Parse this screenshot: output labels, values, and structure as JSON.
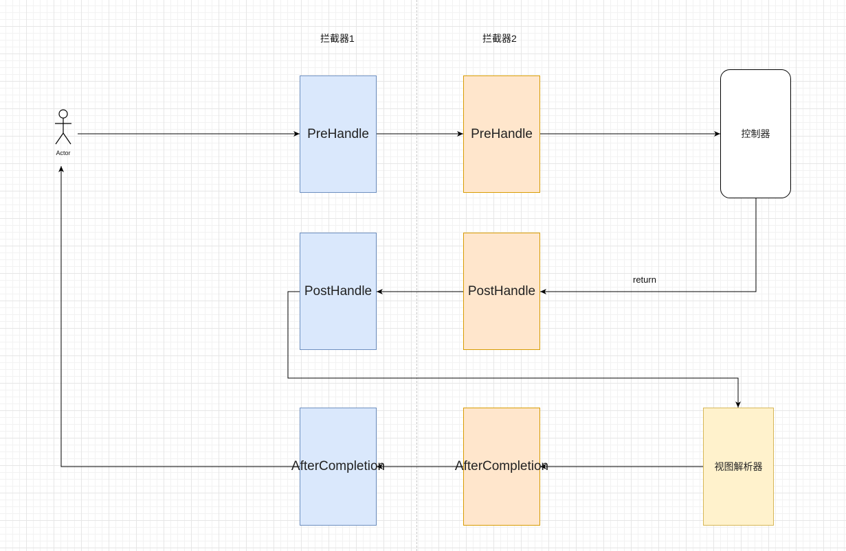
{
  "headers": {
    "interceptor1": "拦截器1",
    "interceptor2": "拦截器2"
  },
  "actor": {
    "label": "Actor",
    "icon": "stick-figure-icon"
  },
  "interceptor1": {
    "pre": "PreHandle",
    "post": "PostHandle",
    "after": "AfterCompletion",
    "fill": "#dae8fc",
    "stroke": "#6c8ebf"
  },
  "interceptor2": {
    "pre": "PreHandle",
    "post": "PostHandle",
    "after": "AfterCompletion",
    "fill": "#ffe6cc",
    "stroke": "#d79b00"
  },
  "controller": {
    "label": "控制器"
  },
  "view_resolver": {
    "label": "视图解析器",
    "fill": "#fff2cc",
    "stroke": "#d6b656"
  },
  "edges": {
    "return_label": "return"
  }
}
